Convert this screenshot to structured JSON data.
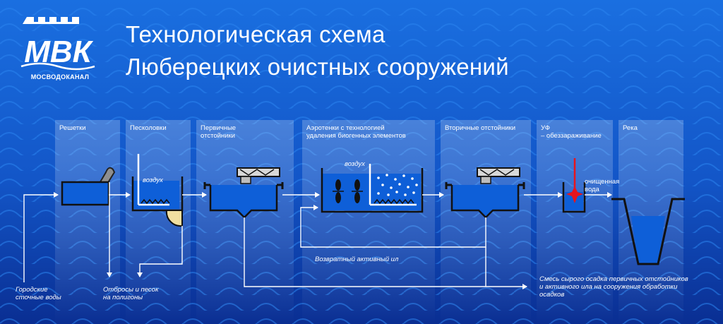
{
  "header": {
    "title_line1": "Технологическая схема",
    "title_line2": "Люберецких очистных сооружений",
    "logo_text": "МВК",
    "logo_subtitle": "МОСВОДОКАНАЛ"
  },
  "stages": [
    {
      "id": "screens",
      "line1": "Решетки",
      "line2": ""
    },
    {
      "id": "sand-traps",
      "line1": "Песколовки",
      "line2": ""
    },
    {
      "id": "primary",
      "line1": "Первичные",
      "line2": "отстойники"
    },
    {
      "id": "aeration",
      "line1": "Аэротенки с технологией",
      "line2": "удаления биогенных элементов"
    },
    {
      "id": "secondary",
      "line1": "Вторичные отстойники",
      "line2": ""
    },
    {
      "id": "uv",
      "line1": "УФ",
      "line2": "– обеззараживание"
    },
    {
      "id": "river",
      "line1": "Река",
      "line2": ""
    }
  ],
  "labels": {
    "air_sand": "воздух",
    "air_aeration": "воздух",
    "clean_water_1": "очищенная",
    "clean_water_2": "вода",
    "return_sludge": "Возвратный активный ил",
    "inflow_1": "Городские",
    "inflow_2": "сточные воды",
    "waste_1": "Отбросы и песок",
    "waste_2": "на полигоны",
    "sludge_1": "Смесь сырого осадка первичных отстойников",
    "sludge_2": "и активного ила на сооружения обработки",
    "sludge_3": "осадков"
  },
  "colors": {
    "background_top": "#1a6fe0",
    "background_bottom": "#0a2e92",
    "water": "#0e5fd8",
    "line": "#ffffff",
    "sand": "#f1dfa0",
    "uv_lamp": "#e8141c"
  }
}
